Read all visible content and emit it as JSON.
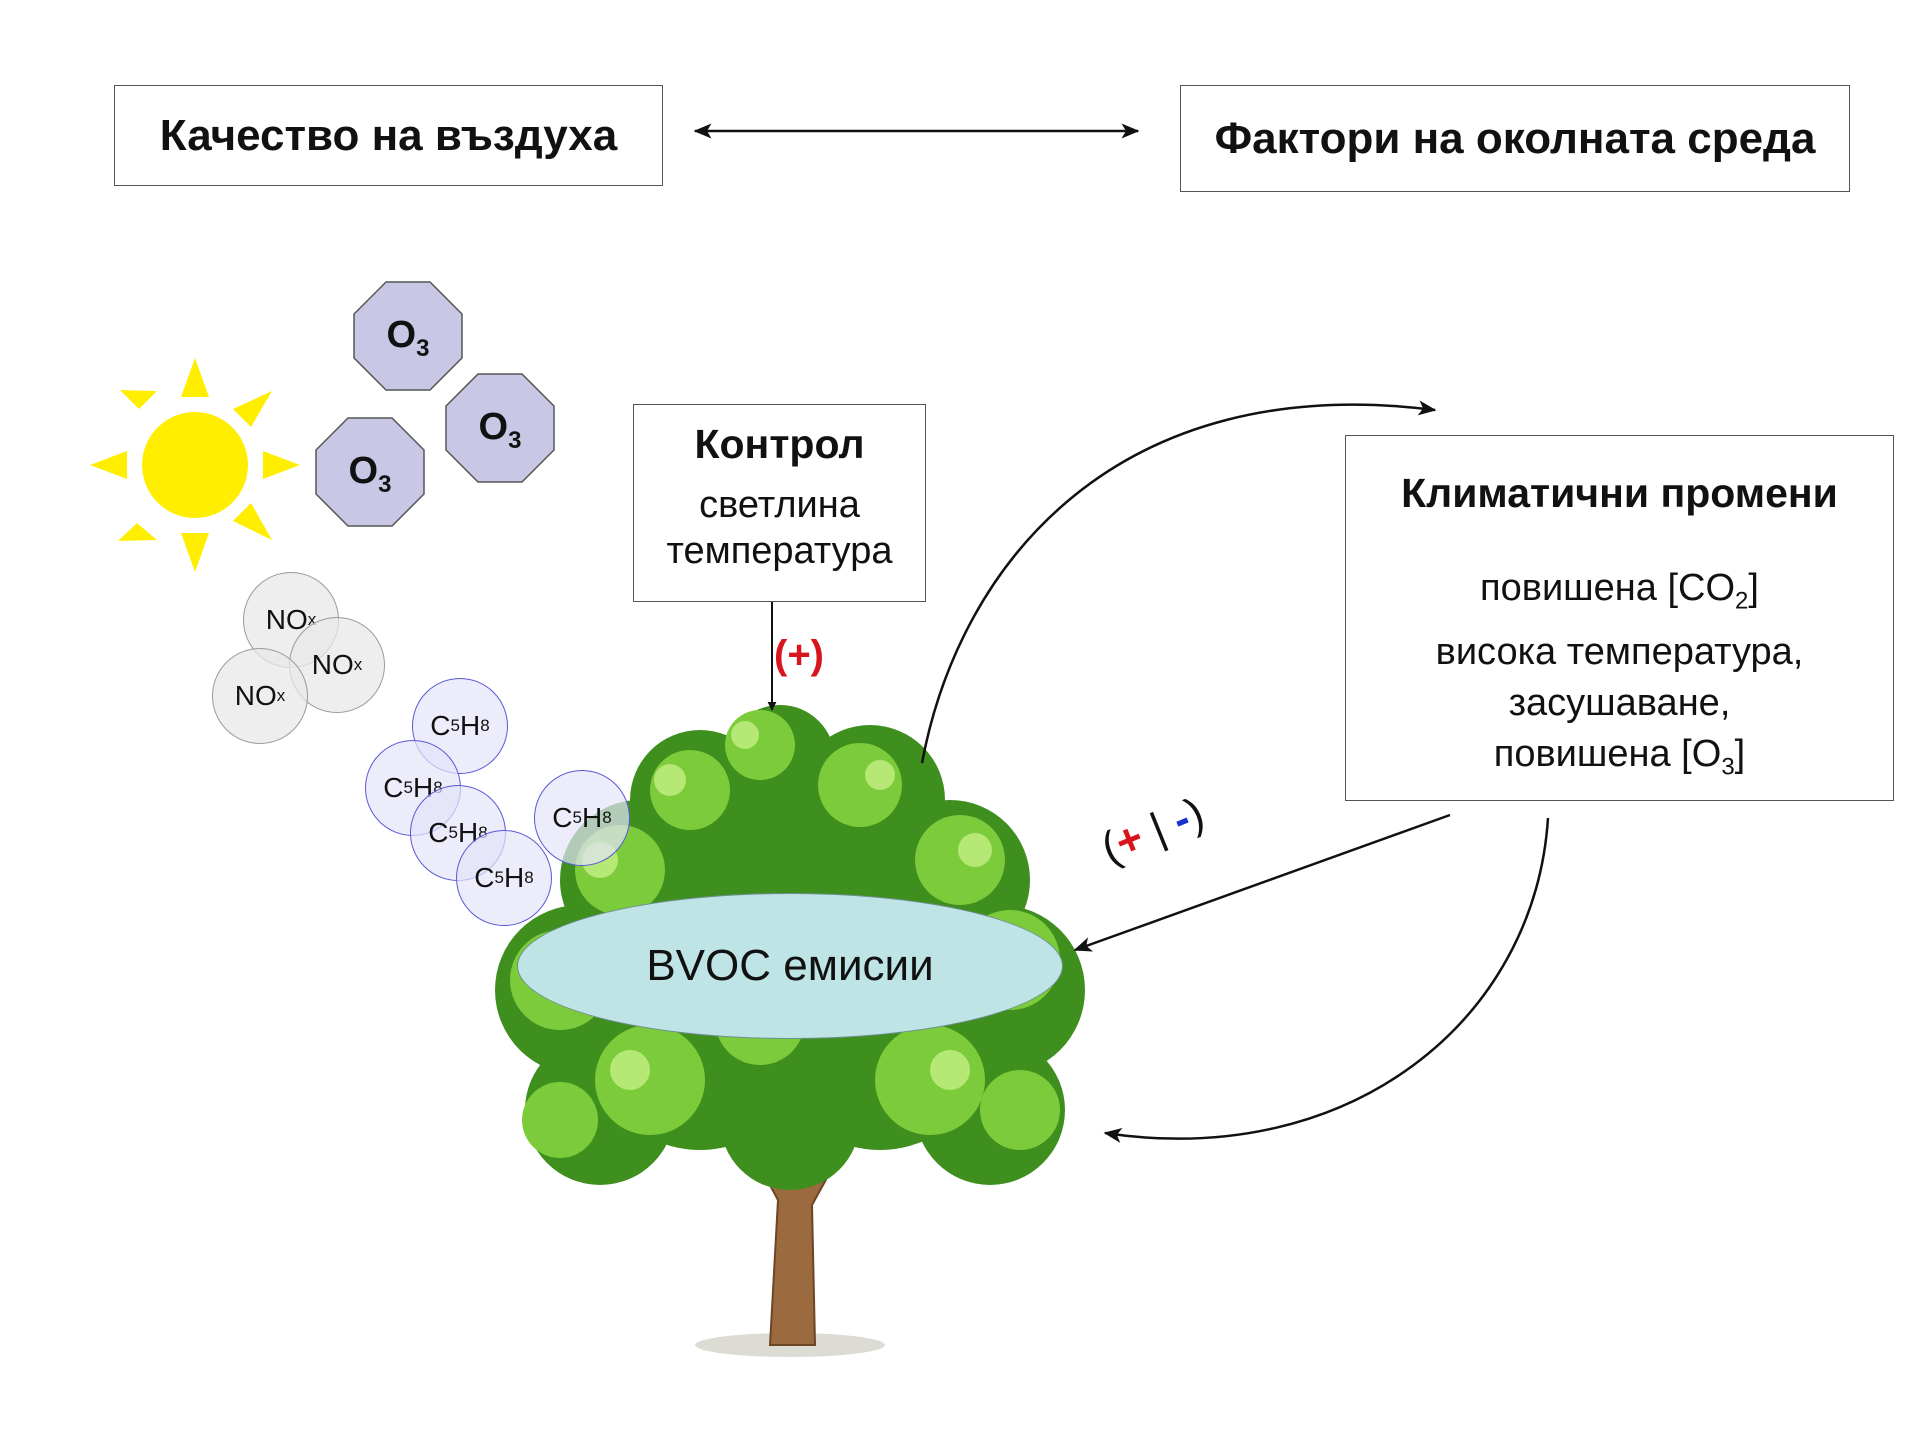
{
  "header": {
    "air_quality": "Качество на въздуха",
    "environment_factors": "Фактори на околната среда"
  },
  "control": {
    "title": "Контрол",
    "line1": "светлина",
    "line2": "температура",
    "effect": "(+)"
  },
  "climate": {
    "title": "Климатични промени",
    "line1_pre": "повишена [CO",
    "line1_sub": "2",
    "line1_post": "]",
    "line2": "висока температура,",
    "line3": "засушаване,",
    "line4_pre": "повишена [O",
    "line4_sub": "3",
    "line4_post": "]"
  },
  "feedback": {
    "open": "(",
    "plus": "+",
    "sep": " | ",
    "minus": "-",
    "close": ")"
  },
  "emissions": "BVOC емисии",
  "ozone": {
    "label": "O",
    "sub": "3"
  },
  "nox": {
    "label": "NO",
    "sub": "x"
  },
  "isoprene": {
    "c": "C",
    "c_sub": "5",
    "h": "H",
    "h_sub": "8"
  },
  "colors": {
    "sun": "#ffee00",
    "ozone_fill": "#c8c8e6",
    "ellipse": "#bfe4e6",
    "plus": "#d8141c",
    "minus": "#1a33cc"
  }
}
